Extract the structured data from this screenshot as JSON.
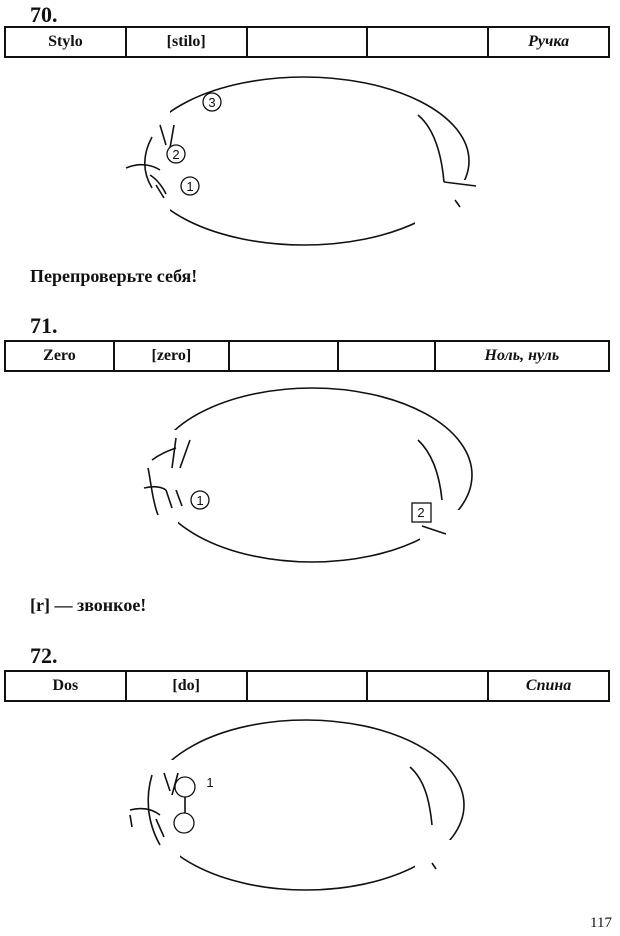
{
  "exercises": [
    {
      "number": "70.",
      "cells": [
        "Stylo",
        "[stilo]",
        "",
        "",
        "Ручка"
      ],
      "markers": [
        "1",
        "2",
        "3"
      ],
      "note": "Перепроверьте себя!"
    },
    {
      "number": "71.",
      "cells": [
        "Zero",
        "[zero]",
        "",
        "",
        "Ноль, нуль"
      ],
      "markers": [
        "1",
        "2"
      ],
      "note": "[r] — звонкое!"
    },
    {
      "number": "72.",
      "cells": [
        "Dos",
        "[do]",
        "",
        "",
        "Спина"
      ],
      "markers": [
        "1"
      ]
    }
  ],
  "page_number": "117"
}
